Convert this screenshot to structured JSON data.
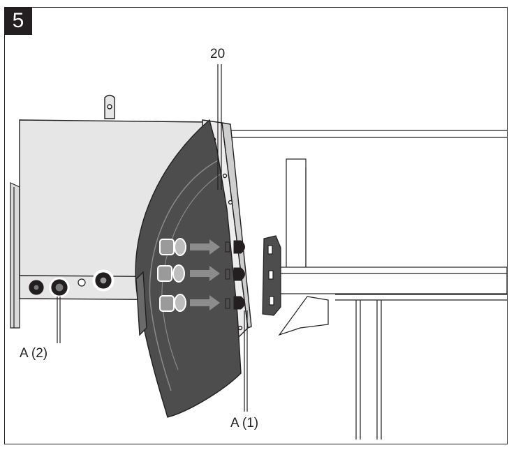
{
  "step": {
    "number": "5"
  },
  "callouts": {
    "part_20": "20",
    "a1": "A (1)",
    "a2": "A (2)"
  },
  "colors": {
    "outline": "#231f20",
    "housing_light": "#e6e6e6",
    "housing_dark": "#4d4d4d",
    "arrow": "#8c8c8c",
    "badge_bg": "#231f20"
  }
}
